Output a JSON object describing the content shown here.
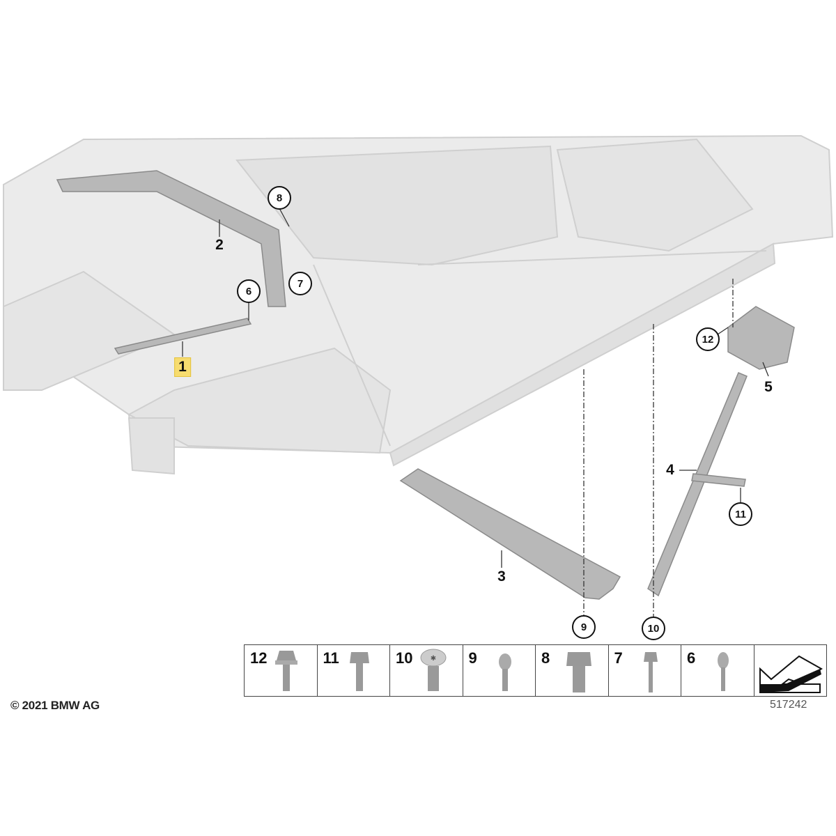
{
  "diagram": {
    "callouts": [
      "1",
      "2",
      "3",
      "4",
      "5",
      "6",
      "7",
      "8",
      "9",
      "10",
      "11",
      "12"
    ],
    "highlighted": "1"
  },
  "parts_table": [
    {
      "num": "12",
      "icon": "flange-bolt-icon"
    },
    {
      "num": "11",
      "icon": "hex-bolt-icon"
    },
    {
      "num": "10",
      "icon": "torx-cap-screw-icon"
    },
    {
      "num": "9",
      "icon": "torx-bolt-icon"
    },
    {
      "num": "8",
      "icon": "hex-bolt-large-icon"
    },
    {
      "num": "7",
      "icon": "hex-bolt-long-icon"
    },
    {
      "num": "6",
      "icon": "torx-bolt-icon"
    }
  ],
  "copyright": "© 2021 BMW AG",
  "image_number": "517242",
  "colors": {
    "body": "#e6e6e6",
    "part": "#b5b5b5",
    "highlight": "#f7dc6f"
  }
}
